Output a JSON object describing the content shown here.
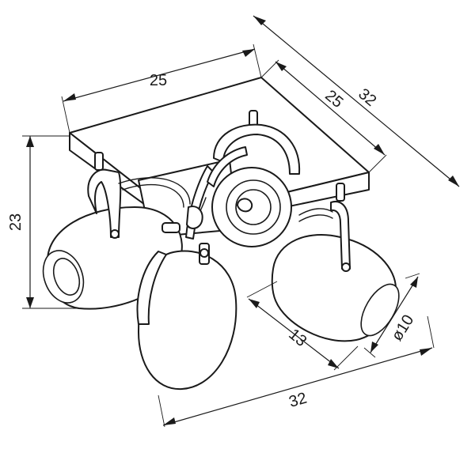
{
  "dimensions": {
    "base_width_top": "25",
    "base_depth": "25",
    "overall_depth": "32",
    "height": "23",
    "arm_length": "13",
    "shade_diameter": "ø10",
    "overall_width": "32"
  },
  "colors": {
    "line": "#1a1a1a",
    "background": "#ffffff"
  }
}
